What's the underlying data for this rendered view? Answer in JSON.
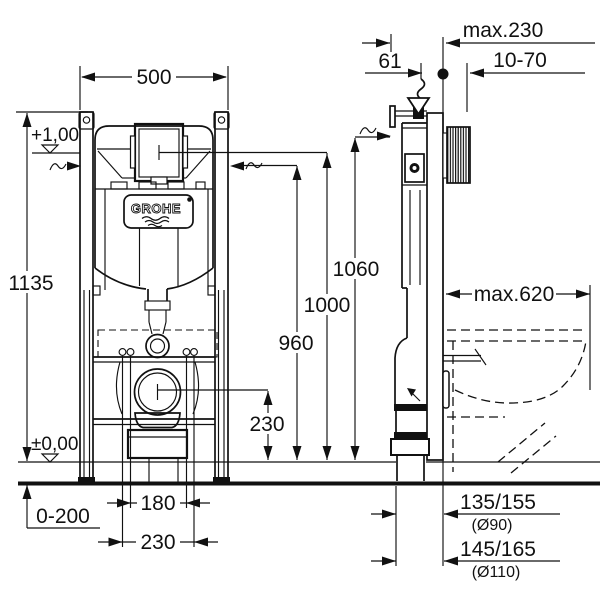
{
  "drawing": {
    "brand": "GROHE",
    "front_view": {
      "frame_width": "500",
      "frame_height": "1135",
      "level_top": "+1,00",
      "level_floor": "±0,00",
      "floor_adjust_range": "0-200",
      "bolt_spacing_inner": "180",
      "bolt_spacing_outer": "230",
      "outlet_height": "230"
    },
    "heights": {
      "wall_finish": "960",
      "plate_center": "1000",
      "supply": "1060"
    },
    "side_view": {
      "supply_offset": "61",
      "max_wall_depth": "max.230",
      "plate_wall_range": "10-70",
      "bowl_depth": "max.620",
      "drain_90": "135/155",
      "drain_90_dia": "(Ø90)",
      "drain_110": "145/165",
      "drain_110_dia": "(Ø110)"
    }
  }
}
